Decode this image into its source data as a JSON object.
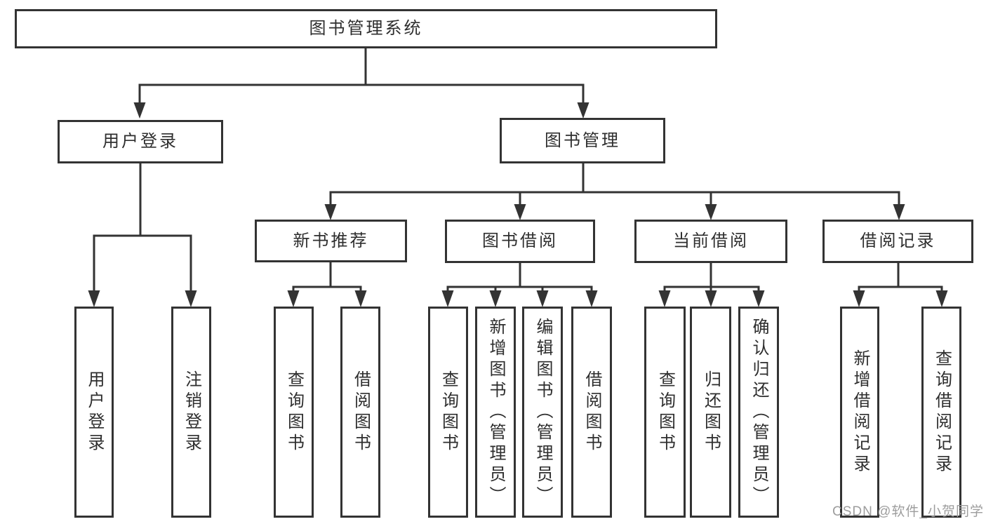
{
  "tree": {
    "root": {
      "label": "图书管理系统"
    },
    "branches": [
      {
        "label": "用户登录",
        "leaves": [
          "用户登录",
          "注销登录"
        ]
      },
      {
        "label": "图书管理",
        "groups": [
          {
            "label": "新书推荐",
            "leaves": [
              "查询图书",
              "借阅图书"
            ]
          },
          {
            "label": "图书借阅",
            "leaves": [
              "查询图书",
              "新增图书（管理员）",
              "编辑图书（管理员）",
              "借阅图书"
            ]
          },
          {
            "label": "当前借阅",
            "leaves": [
              "查询图书",
              "归还图书",
              "确认归还（管理员）"
            ]
          },
          {
            "label": "借阅记录",
            "leaves": [
              "新增借阅记录",
              "查询借阅记录"
            ]
          }
        ]
      }
    ]
  },
  "watermark": {
    "text": "CSDN @软件_小贺同学"
  },
  "colors": {
    "line": "#333333",
    "box_border": "#333333",
    "text": "#2e2e2e",
    "watermark": "#9d9d9d",
    "background": "#ffffff"
  }
}
